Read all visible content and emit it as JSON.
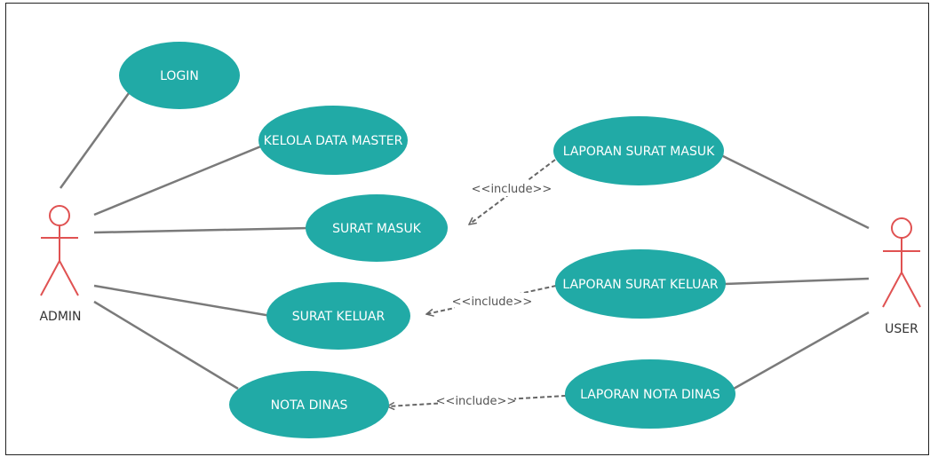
{
  "colors": {
    "usecase_fill": "#21aaa6",
    "actor_stroke": "#e05252",
    "association_line": "#7a7a7a",
    "include_line": "#666666"
  },
  "actors": {
    "admin": "ADMIN",
    "user": "USER"
  },
  "usecases": {
    "login": "LOGIN",
    "kelola_data_master": "KELOLA DATA MASTER",
    "laporan_surat_masuk": "LAPORAN SURAT MASUK",
    "surat_masuk": "SURAT MASUK",
    "laporan_surat_keluar": "LAPORAN SURAT KELUAR",
    "surat_keluar": "SURAT KELUAR",
    "laporan_nota_dinas": "LAPORAN NOTA DINAS",
    "nota_dinas": "NOTA DINAS"
  },
  "relations": {
    "include_1": "<<include>>",
    "include_2": "<<include>>",
    "include_3": "<<include>>"
  }
}
